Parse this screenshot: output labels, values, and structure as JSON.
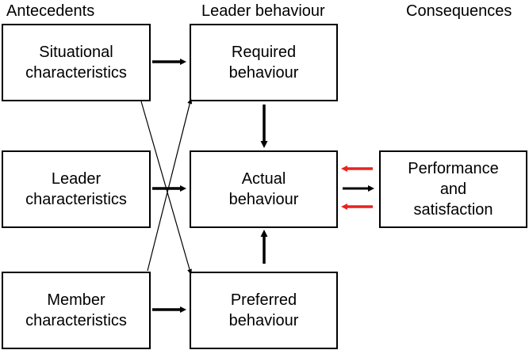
{
  "headers": {
    "antecedents": "Antecedents",
    "leader_behaviour": "Leader behaviour",
    "consequences": "Consequences"
  },
  "boxes": {
    "situational": {
      "line1": "Situational",
      "line2": "characteristics"
    },
    "leader": {
      "line1": "Leader",
      "line2": "characteristics"
    },
    "member": {
      "line1": "Member",
      "line2": "characteristics"
    },
    "required": {
      "line1": "Required",
      "line2": "behaviour"
    },
    "actual": {
      "line1": "Actual",
      "line2": "behaviour"
    },
    "preferred": {
      "line1": "Preferred",
      "line2": "behaviour"
    },
    "performance": {
      "line1": "Performance",
      "line2": "and",
      "line3": "satisfaction"
    }
  },
  "colors": {
    "stroke": "#000000",
    "feedback": "#e8231f",
    "background": "#ffffff"
  }
}
